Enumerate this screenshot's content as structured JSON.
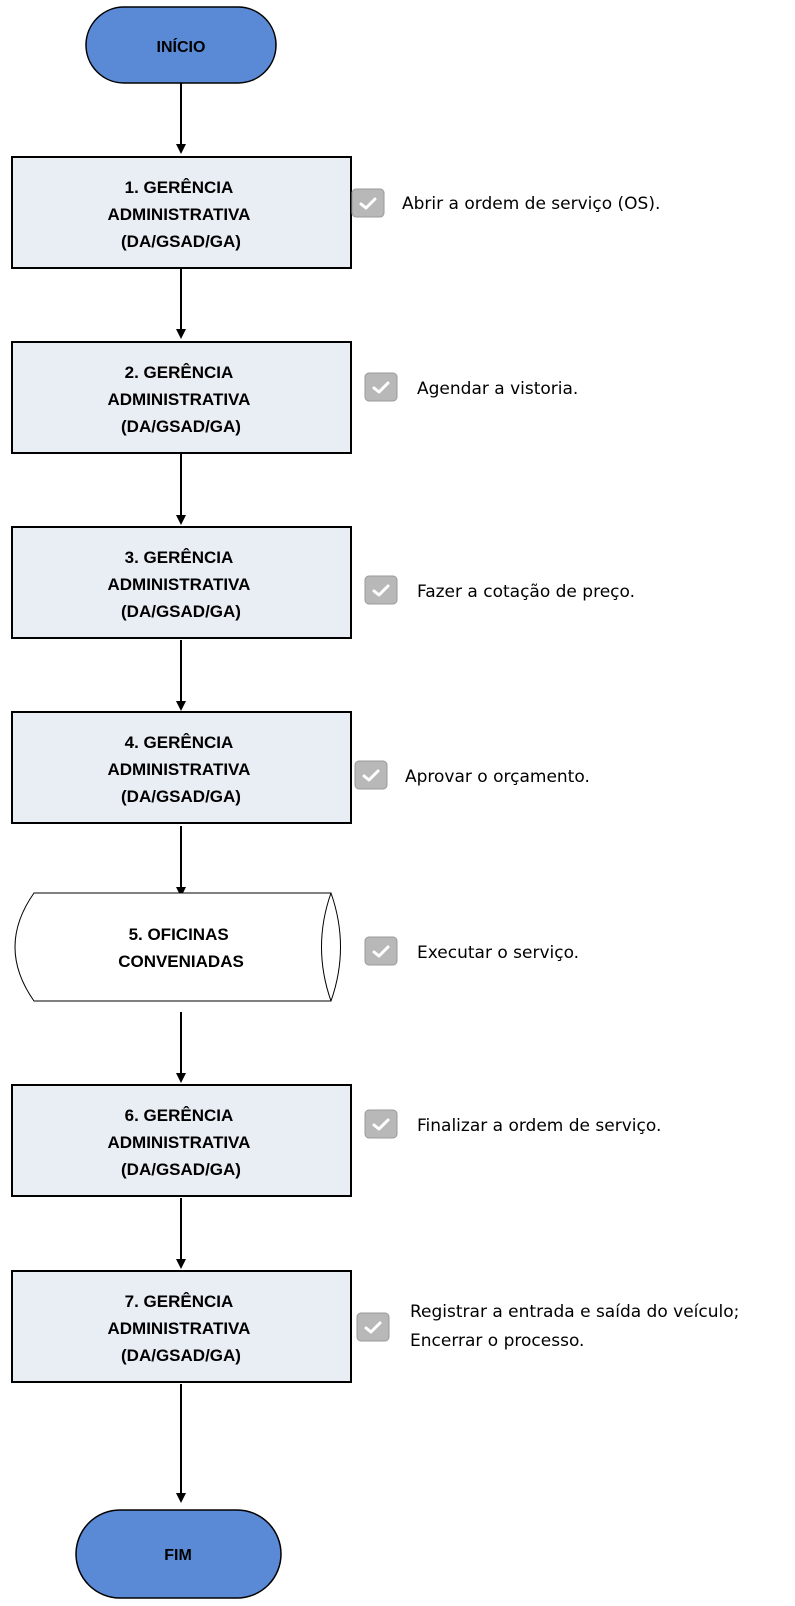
{
  "colors": {
    "terminal_fill": "#5a8ad6",
    "process_fill": "#e9edf4",
    "stroke": "#000000",
    "check_fill": "#b8b8b8",
    "check_mark": "#ffffff"
  },
  "icons": {
    "check": "check-icon"
  },
  "start": {
    "label": "INÍCIO"
  },
  "end": {
    "label": "FIM"
  },
  "steps": [
    {
      "lines": [
        "1. GERÊNCIA",
        "ADMINISTRATIVA",
        "(DA/GSAD/GA)"
      ],
      "note": [
        "Abrir a ordem de serviço (OS)."
      ]
    },
    {
      "lines": [
        "2. GERÊNCIA",
        "ADMINISTRATIVA",
        "(DA/GSAD/GA)"
      ],
      "note": [
        "Agendar a vistoria."
      ]
    },
    {
      "lines": [
        "3. GERÊNCIA",
        "ADMINISTRATIVA",
        "(DA/GSAD/GA)"
      ],
      "note": [
        "Fazer a cotação de preço."
      ]
    },
    {
      "lines": [
        "4. GERÊNCIA",
        "ADMINISTRATIVA",
        "(DA/GSAD/GA)"
      ],
      "note": [
        "Aprovar o orçamento."
      ]
    },
    {
      "lines": [
        "5. OFICINAS",
        "CONVENIADAS"
      ],
      "note": [
        "Executar o serviço."
      ]
    },
    {
      "lines": [
        "6. GERÊNCIA",
        "ADMINISTRATIVA",
        "(DA/GSAD/GA)"
      ],
      "note": [
        "Finalizar a ordem de serviço."
      ]
    },
    {
      "lines": [
        "7. GERÊNCIA",
        "ADMINISTRATIVA",
        "(DA/GSAD/GA)"
      ],
      "note": [
        "Registrar a entrada e saída do veículo;",
        "Encerrar o processo."
      ]
    }
  ]
}
